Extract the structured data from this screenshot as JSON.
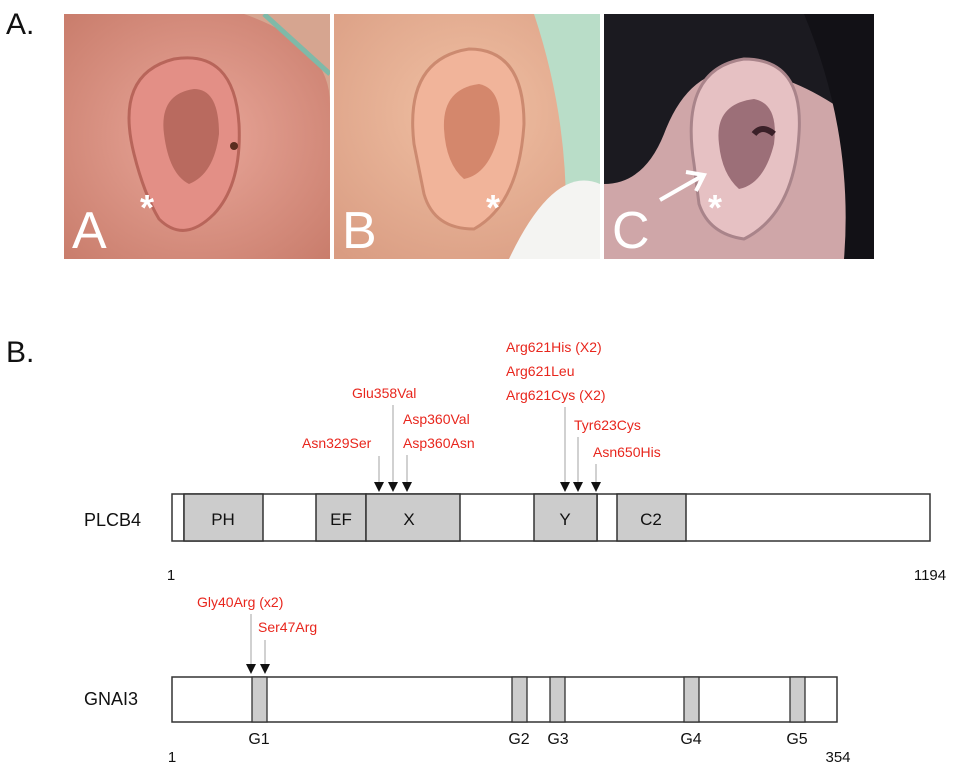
{
  "panel_a": {
    "section_label": "A.",
    "photos": [
      {
        "letter": "A",
        "marker": "*"
      },
      {
        "letter": "B",
        "marker": "*"
      },
      {
        "letter": "C",
        "marker": "*"
      }
    ]
  },
  "panel_b": {
    "section_label": "B.",
    "proteins": [
      {
        "name": "PLCB4",
        "length_start": "1",
        "length_end": "1194",
        "domains": [
          {
            "label": "PH"
          },
          {
            "label": "EF"
          },
          {
            "label": "X"
          },
          {
            "label": "Y"
          },
          {
            "label": "C2"
          }
        ],
        "mutations": [
          "Asn329Ser",
          "Glu358Val",
          "Asp360Val",
          "Asp360Asn",
          "Arg621His (X2)",
          "Arg621Leu",
          "Arg621Cys (X2)",
          "Tyr623Cys",
          "Asn650His"
        ]
      },
      {
        "name": "GNAI3",
        "length_start": "1",
        "length_end": "354",
        "domains": [
          {
            "label": "G1"
          },
          {
            "label": "G2"
          },
          {
            "label": "G3"
          },
          {
            "label": "G4"
          },
          {
            "label": "G5"
          }
        ],
        "mutations": [
          "Gly40Arg (x2)",
          "Ser47Arg"
        ]
      }
    ],
    "colors": {
      "mutation_text": "#e8261d",
      "domain_fill": "#cccccc",
      "outline": "#333333"
    }
  }
}
